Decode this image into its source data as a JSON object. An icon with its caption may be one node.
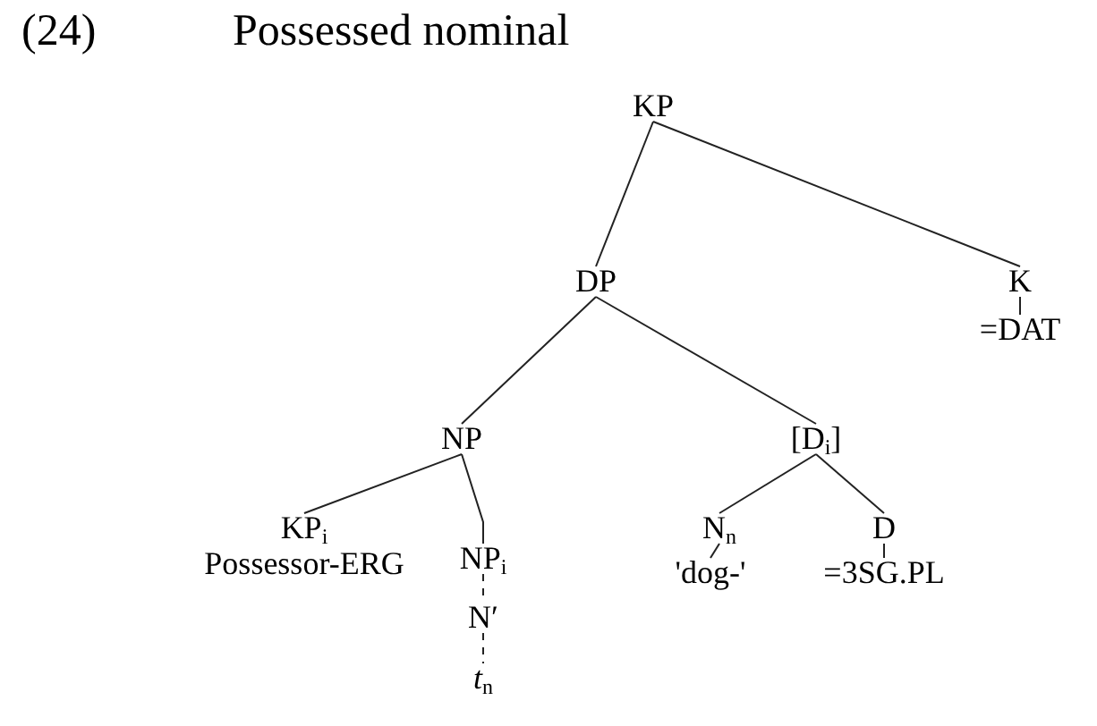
{
  "diagram": {
    "title": "Possessed nominal",
    "nodes": [
      {
        "text": [
          "KP"
        ]
      },
      {
        "text": [
          "DP"
        ]
      },
      {
        "text": [
          "K"
        ]
      },
      {
        "text": [
          "=DAT"
        ]
      },
      {
        "text": [
          "NP"
        ]
      },
      {
        "text": [
          "[D$_{i}$]"
        ]
      },
      {
        "text": [
          "KP$_{i}$",
          "Possessor-ERG"
        ]
      },
      {
        "text": [
          "NP$_{i}$"
        ]
      },
      {
        "text": [
          "N′"
        ]
      },
      {
        "text": [
          "*t*$_{n}$"
        ]
      },
      {
        "text": [
          "N$_{n}$"
        ]
      },
      {
        "text": [
          "'dog-'"
        ]
      },
      {
        "text": [
          "D"
        ]
      },
      {
        "text": [
          "=3SG.PL"
        ]
      }
    ],
    "edges": [
      {
        "from": 0,
        "to": 1,
        "arrow": "none"
      },
      {
        "from": 0,
        "to": 2,
        "arrow": "none"
      },
      {
        "from": 2,
        "to": 3,
        "arrow": "none"
      },
      {
        "from": 1,
        "to": 4,
        "arrow": "none"
      },
      {
        "from": 1,
        "to": 5,
        "arrow": "none"
      },
      {
        "from": 4,
        "to": 6,
        "arrow": "none"
      },
      {
        "from": 4,
        "to": 7,
        "arrow": "none"
      },
      {
        "from": 7,
        "to": 8,
        "arrow": "none",
        "style": "dashed"
      },
      {
        "from": 8,
        "to": 9,
        "arrow": "none",
        "style": "dashed"
      },
      {
        "from": 5,
        "to": 10,
        "arrow": "none"
      },
      {
        "from": 5,
        "to": 12,
        "arrow": "none"
      },
      {
        "from": 10,
        "to": 11,
        "arrow": "none"
      },
      {
        "from": 12,
        "to": 13,
        "arrow": "none"
      }
    ],
    "labels": [
      "(24)"
    ]
  }
}
